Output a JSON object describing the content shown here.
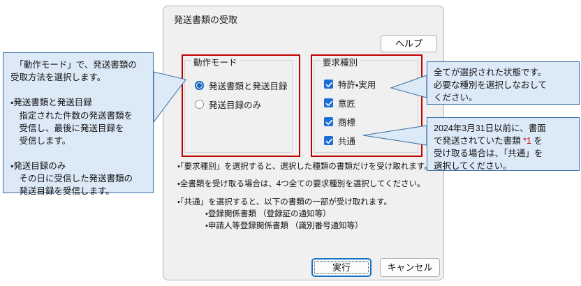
{
  "dialog": {
    "title": "発送書類の受取",
    "help_label": "ヘルプ",
    "run_label": "実行",
    "cancel_label": "キャンセル"
  },
  "mode_group": {
    "title": "動作モード",
    "options": [
      {
        "label": "発送書類と発送目録",
        "checked": true
      },
      {
        "label": "発送目録のみ",
        "checked": false
      }
    ]
  },
  "type_group": {
    "title": "要求種別",
    "options": [
      {
        "label": "特許・実用",
        "checked": true
      },
      {
        "label": "意匠",
        "checked": true
      },
      {
        "label": "商標",
        "checked": true
      },
      {
        "label": "共通",
        "checked": true
      }
    ]
  },
  "notes": {
    "line1": "・「要求種別」を選択すると、選択した種類の書類だけを受け取れます。",
    "line2": "・全書類を受け取る場合は、4つ全ての要求種別を選択してください。",
    "line3": "・「共通」を選択すると、以下の書類の一部が受け取れます。",
    "line3_sub1": "・登録関係書類 （登録証の通知等）",
    "line3_sub2": "・申請人等登録関係書類 （識別番号通知等）"
  },
  "callouts": {
    "left": "　「動作モード」で、発送書類の\n受取方法を選択します。\n\n・発送書類と発送目録\n　指定された件数の発送書類を\n　受信し、最後に発送目録を\n　受信します。\n\n・発送目録のみ\n　その日に受信した発送書類の\n　発送目録を受信します。",
    "right_top": "全てが選択された状態です。\n必要な種別を選択しなおして\nください。",
    "right_bottom_part1": "2024年3月31日以前に、書面\nで発送されていた書類 ",
    "right_bottom_ref": "*1",
    "right_bottom_part2": " を\n受け取る場合は、「共通」を\n選択してください。"
  },
  "colors": {
    "accent_blue": "#1a6fd4",
    "emphasis_red": "#c00000",
    "callout_fill": "#dce9f7",
    "callout_border": "#3b6ea5",
    "dialog_bg": "#f0f0f0"
  }
}
